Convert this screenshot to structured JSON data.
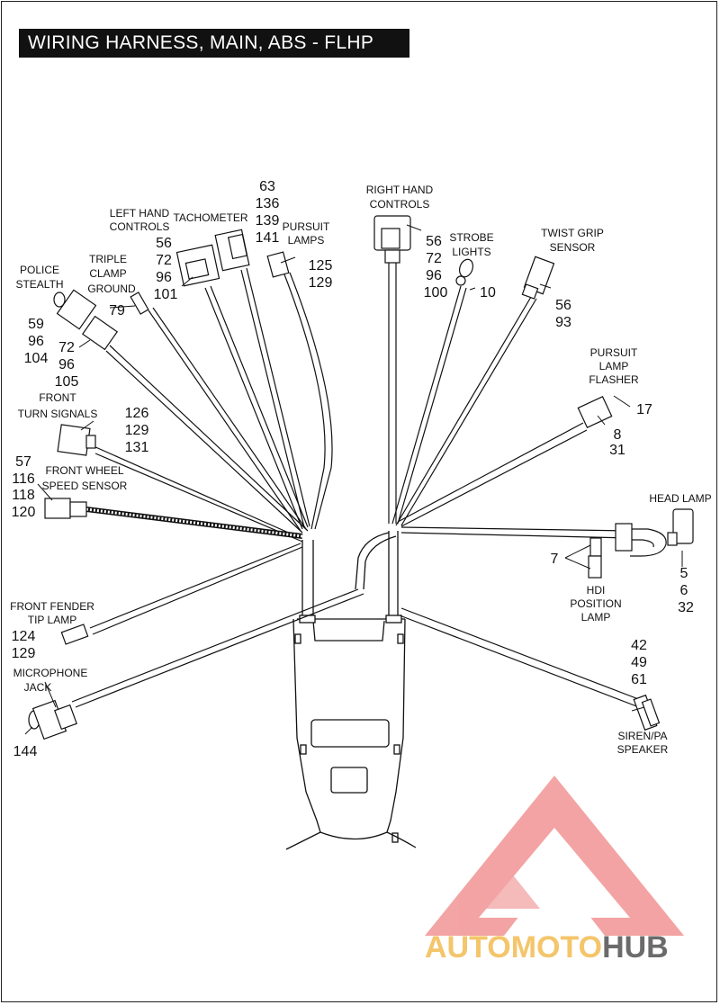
{
  "title": "WIRING HARNESS, MAIN, ABS - FLHP",
  "labels": {
    "police_stealth": [
      "POLICE",
      "STEALTH"
    ],
    "triple_clamp_ground": [
      "TRIPLE",
      "CLAMP",
      "GROUND"
    ],
    "left_hand_controls": [
      "LEFT HAND",
      "CONTROLS"
    ],
    "tachometer": [
      "TACHOMETER"
    ],
    "pursuit_lamps": [
      "PURSUIT",
      "LAMPS"
    ],
    "right_hand_controls": [
      "RIGHT HAND",
      "CONTROLS"
    ],
    "strobe_lights": [
      "STROBE",
      "LIGHTS"
    ],
    "twist_grip_sensor": [
      "TWIST GRIP",
      "SENSOR"
    ],
    "pursuit_lamp_flasher": [
      "PURSUIT",
      "LAMP",
      "FLASHER"
    ],
    "front_turn_signals": [
      "FRONT",
      "TURN SIGNALS"
    ],
    "front_wheel_speed_sensor": [
      "FRONT WHEEL",
      "SPEED SENSOR"
    ],
    "head_lamp": [
      "HEAD LAMP"
    ],
    "hdi_position_lamp": [
      "HDI",
      "POSITION",
      "LAMP"
    ],
    "front_fender_tip_lamp": [
      "FRONT FENDER",
      "TIP LAMP"
    ],
    "microphone_jack": [
      "MICROPHONE",
      "JACK"
    ],
    "siren_pa_speaker": [
      "SIREN/PA",
      "SPEAKER"
    ]
  },
  "callouts": {
    "police_stealth_a": [
      "59",
      "96",
      "104"
    ],
    "police_stealth_b": [
      "72",
      "96",
      "105"
    ],
    "triple_clamp_ground": [
      "79"
    ],
    "left_hand_controls": [
      "56",
      "72",
      "96",
      "101"
    ],
    "tachometer": [
      "63",
      "136",
      "139",
      "141"
    ],
    "pursuit_lamps": [
      "125",
      "129"
    ],
    "right_hand_controls": [
      "56",
      "72",
      "96",
      "100"
    ],
    "strobe_lights": [
      "10"
    ],
    "twist_grip_sensor": [
      "56",
      "93"
    ],
    "pursuit_lamp_flasher_a": [
      "17"
    ],
    "pursuit_lamp_flasher_b": [
      "8",
      "31"
    ],
    "front_turn_signals": [
      "126",
      "129",
      "131"
    ],
    "front_wheel_speed_sensor": [
      "57",
      "116",
      "118",
      "120"
    ],
    "hdi_position_lamp": [
      "7"
    ],
    "head_lamp": [
      "5",
      "6",
      "32"
    ],
    "front_fender_tip_lamp": [
      "124",
      "129"
    ],
    "microphone_jack": [
      "144"
    ],
    "siren_pa_speaker": [
      "42",
      "49",
      "61"
    ]
  },
  "watermark": {
    "part1": "AUTOMOTO",
    "part2": "HUB",
    "color_primary": "#f29a9a",
    "color_accent": "#f4c56a",
    "color_dark": "#6b6b6b"
  }
}
